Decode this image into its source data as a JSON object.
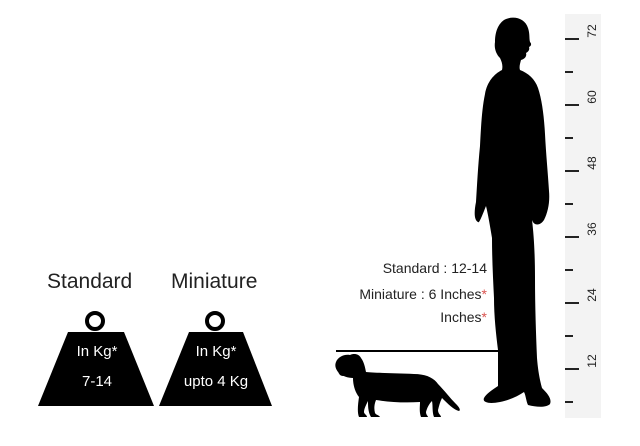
{
  "weights": [
    {
      "title": "Standard",
      "line1": "In Kg*",
      "line2": "7-14"
    },
    {
      "title": "Miniature",
      "line1": "In Kg*",
      "line2": "upto 4 Kg"
    }
  ],
  "height_labels": {
    "standard": "Standard : 12-14",
    "miniature": "Miniature : 6 Inches",
    "asterisk": "*",
    "inches": "Inches"
  },
  "ruler_marks": [
    "12",
    "24",
    "36",
    "48",
    "60",
    "72"
  ],
  "colors": {
    "silhouette": "#000000",
    "ruler_bg": "#f3f3f3",
    "asterisk": "#d9534f"
  }
}
